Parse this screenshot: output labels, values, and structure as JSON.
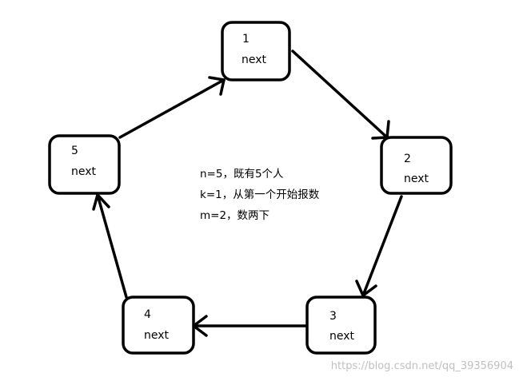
{
  "nodes": [
    {
      "id": "1",
      "label": "next"
    },
    {
      "id": "2",
      "label": "next"
    },
    {
      "id": "3",
      "label": "next"
    },
    {
      "id": "4",
      "label": "next"
    },
    {
      "id": "5",
      "label": "next"
    }
  ],
  "edges": [
    {
      "from": "1",
      "to": "2"
    },
    {
      "from": "2",
      "to": "3"
    },
    {
      "from": "3",
      "to": "4"
    },
    {
      "from": "4",
      "to": "5"
    },
    {
      "from": "5",
      "to": "1"
    }
  ],
  "notes": {
    "line1": "n=5，既有5个人",
    "line2": "k=1，从第一个开始报数",
    "line3": "m=2，数两下"
  },
  "watermark": "https://blog.csdn.net/qq_39356904"
}
